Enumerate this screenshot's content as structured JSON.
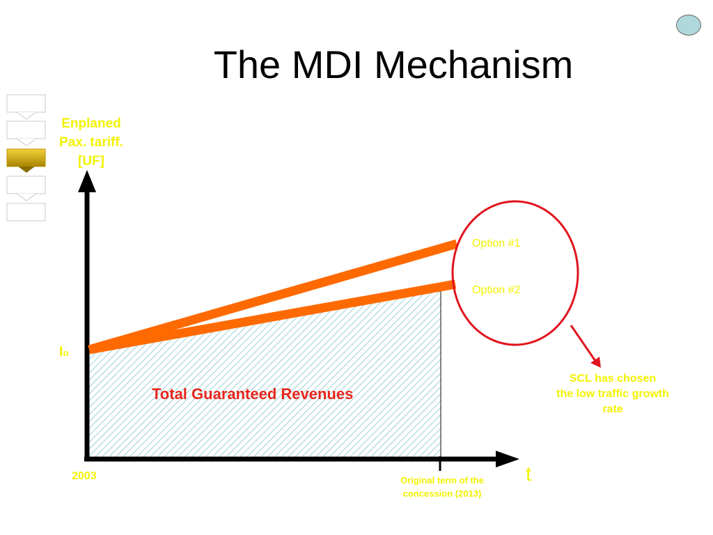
{
  "title": "The MDI Mechanism",
  "y_axis_label_lines": [
    "Enplaned",
    "Pax. tariff.",
    "[UF]"
  ],
  "y_axis_marker": {
    "symbol": "I",
    "subscript": "o"
  },
  "x_axis_start_label": "2003",
  "x_axis_end_label_lines": [
    "Original term of the",
    "concession (2013)"
  ],
  "x_axis_variable": "t",
  "area_label": "Total Guaranteed Revenues",
  "options": [
    {
      "label": "Option #1"
    },
    {
      "label": "Option #2"
    }
  ],
  "note_lines": [
    "SCL has chosen",
    "the low traffic growth",
    "rate"
  ],
  "nav_steps": 5,
  "nav_active_step": 3,
  "colors": {
    "label_yellow": "#f2f200",
    "line_orange": "#ff6a00",
    "circle_red": "#e0141e",
    "area_label_red": "#e8261d",
    "hatch": "#7fc4cc",
    "axis": "#000000",
    "nav_active": "#c9a200",
    "corner_dot": "#aed8dc"
  }
}
